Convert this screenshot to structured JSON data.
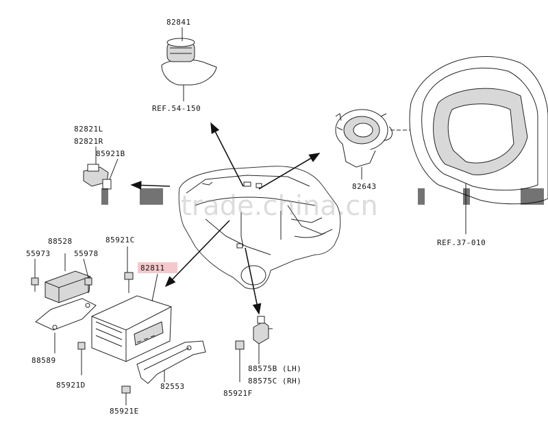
{
  "part_numbers": {
    "p82841": "82841",
    "ref54": "REF.54-150",
    "p82821L": "82821L",
    "p82821R": "82821R",
    "p85921B": "85921B",
    "p82643": "82643",
    "ref37": "REF.37-010",
    "p88528": "88528",
    "p55973": "55973",
    "p55978": "55978",
    "p85921C": "85921C",
    "p82811": "82811",
    "p88589": "88589",
    "p85921D": "85921D",
    "p82553": "82553",
    "p85921E": "85921E",
    "p85921F": "85921F",
    "p88575B": "88575B (LH)",
    "p88575C": "88575C (RH)"
  },
  "watermark": {
    "text": "trade.china.cn"
  },
  "colors": {
    "highlight": "#f4c9cc",
    "ink": "#222222"
  }
}
